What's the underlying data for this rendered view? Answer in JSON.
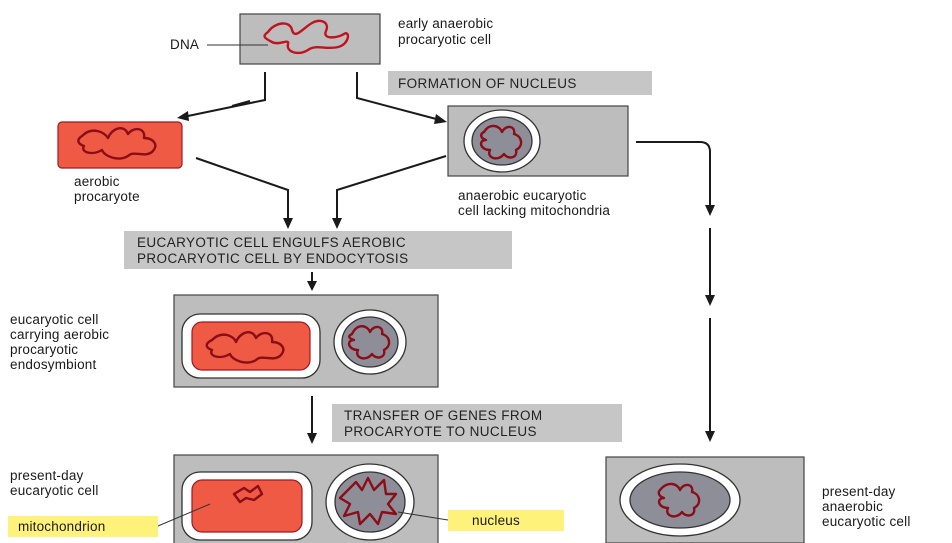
{
  "labels": {
    "dna": "DNA",
    "early_cell": [
      "early anaerobic",
      "procaryotic cell"
    ],
    "aerobic": [
      "aerobic",
      "procaryote"
    ],
    "anaerobic_euk": [
      "anaerobic eucaryotic",
      "cell lacking mitochondria"
    ],
    "carrying": [
      "eucaryotic cell",
      "carrying aerobic",
      "procaryotic",
      "endosymbiont"
    ],
    "present_day_euk": [
      "present-day",
      "eucaryotic cell"
    ],
    "mitochondrion": "mitochondrion",
    "nucleus": "nucleus",
    "present_day_anaerobic": [
      "present-day",
      "anaerobic",
      "eucaryotic cell"
    ]
  },
  "banners": {
    "formation": "FORMATION OF NUCLEUS",
    "engulfs": [
      "EUCARYOTIC CELL ENGULFS AEROBIC",
      "PROCARYOTIC CELL BY ENDOCYTOSIS"
    ],
    "transfer": [
      "TRANSFER OF GENES FROM",
      "PROCARYOTE TO NUCLEUS"
    ]
  },
  "colors": {
    "box_gray": "#bdbdbd",
    "banner_gray": "#c6c6c6",
    "procaryote_red": "#ef5a44",
    "dna_red": "#c1121f",
    "nucleus_gray": "#8e8e98",
    "highlight_yellow": "#fff27a"
  }
}
